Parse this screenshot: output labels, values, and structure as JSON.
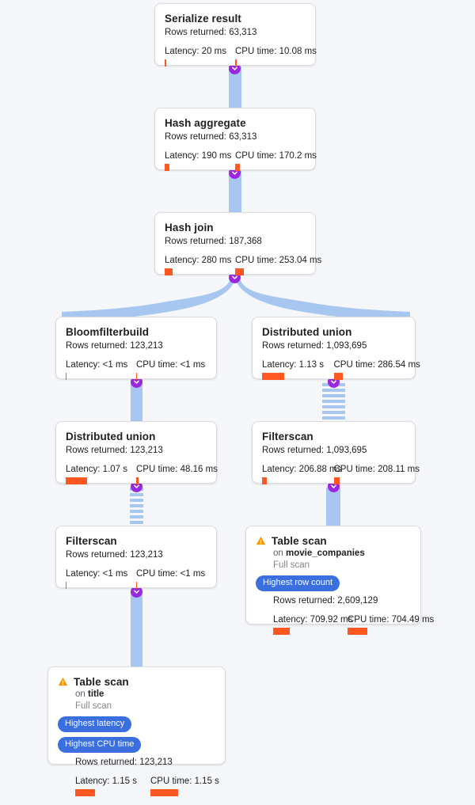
{
  "theme": {
    "background": "#f5f7fa",
    "card_background": "#ffffff",
    "card_border": "#dadce0",
    "edge_color": "#a8c7f0",
    "toggle_color": "#9c27e0",
    "metric_bar_color": "#ff5722",
    "badge_color": "#3b6fe0",
    "warning_color": "#f29900",
    "title_color": "#202124",
    "muted_text_color": "#5f6368"
  },
  "labels": {
    "rows_prefix": "Rows returned: ",
    "latency_prefix": "Latency: ",
    "cpu_prefix": "CPU time: ",
    "on_prefix": "on ",
    "collapse_icon": "chevron-down-icon",
    "warning_icon": "warning-triangle-icon"
  },
  "nodes": [
    {
      "id": "serialize-result",
      "title": "Serialize result",
      "rows_returned": "63,313",
      "latency": "20 ms",
      "cpu_time": "10.08 ms",
      "latency_bar_pct": 2,
      "cpu_bar_pct": 2,
      "warning": false,
      "table": null,
      "scan_type": null,
      "badges": []
    },
    {
      "id": "hash-aggregate",
      "title": "Hash aggregate",
      "rows_returned": "63,313",
      "latency": "190 ms",
      "cpu_time": "170.2 ms",
      "latency_bar_pct": 7,
      "cpu_bar_pct": 7,
      "warning": false,
      "table": null,
      "scan_type": null,
      "badges": []
    },
    {
      "id": "hash-join",
      "title": "Hash join",
      "rows_returned": "187,368",
      "latency": "280 ms",
      "cpu_time": "253.04 ms",
      "latency_bar_pct": 11,
      "cpu_bar_pct": 12,
      "warning": false,
      "table": null,
      "scan_type": null,
      "badges": []
    },
    {
      "id": "bloomfilterbuild",
      "title": "Bloomfilterbuild",
      "rows_returned": "123,213",
      "latency": "<1 ms",
      "cpu_time": "<1 ms",
      "latency_bar_pct": 1,
      "cpu_bar_pct": 1,
      "warning": false,
      "table": null,
      "scan_type": null,
      "badges": []
    },
    {
      "id": "distributed-union-right",
      "title": "Distributed union",
      "rows_returned": "1,093,695",
      "latency": "1.13 s",
      "cpu_time": "286.54 ms",
      "latency_bar_pct": 31,
      "cpu_bar_pct": 13,
      "warning": false,
      "table": null,
      "scan_type": null,
      "badges": []
    },
    {
      "id": "distributed-union-left",
      "title": "Distributed union",
      "rows_returned": "123,213",
      "latency": "1.07 s",
      "cpu_time": "48.16 ms",
      "latency_bar_pct": 30,
      "cpu_bar_pct": 3,
      "warning": false,
      "table": null,
      "scan_type": null,
      "badges": []
    },
    {
      "id": "filterscan-right",
      "title": "Filterscan",
      "rows_returned": "1,093,695",
      "latency": "206.88 ms",
      "cpu_time": "208.11 ms",
      "latency_bar_pct": 7,
      "cpu_bar_pct": 8,
      "warning": false,
      "table": null,
      "scan_type": null,
      "badges": []
    },
    {
      "id": "filterscan-left",
      "title": "Filterscan",
      "rows_returned": "123,213",
      "latency": "<1 ms",
      "cpu_time": "<1 ms",
      "latency_bar_pct": 1,
      "cpu_bar_pct": 1,
      "warning": false,
      "table": null,
      "scan_type": null,
      "badges": []
    },
    {
      "id": "table-scan-movie-companies",
      "title": "Table scan",
      "rows_returned": "2,609,129",
      "latency": "709.92 ms",
      "cpu_time": "704.49 ms",
      "latency_bar_pct": 22,
      "cpu_bar_pct": 27,
      "warning": true,
      "table": "movie_companies",
      "scan_type": "Full scan",
      "badges": [
        "Highest row count"
      ]
    },
    {
      "id": "table-scan-title",
      "title": "Table scan",
      "rows_returned": "123,213",
      "latency": "1.15 s",
      "cpu_time": "1.15 s",
      "latency_bar_pct": 26,
      "cpu_bar_pct": 37,
      "warning": true,
      "table": "title",
      "scan_type": "Full scan",
      "badges": [
        "Highest latency",
        "Highest CPU time"
      ]
    }
  ]
}
